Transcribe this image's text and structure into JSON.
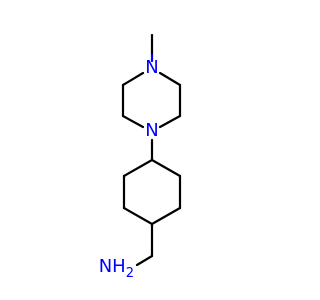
{
  "molecule": {
    "atoms": {
      "n_methyl": {
        "symbol": "N",
        "color": "#0000ff"
      },
      "n_ring": {
        "symbol": "N",
        "color": "#0000ff"
      },
      "amine": {
        "symbol": "NH",
        "subscript": "2",
        "color": "#0000ff"
      }
    },
    "bond_color": "#000000"
  }
}
